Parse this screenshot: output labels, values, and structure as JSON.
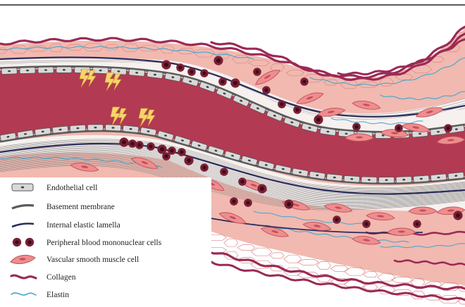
{
  "colors": {
    "lumen": "#b23a52",
    "adventitia": "#f1b9b0",
    "media_fill": "#f6f1ef",
    "endothelial_fill": "#d9d9d9",
    "endothelial_stroke": "#555555",
    "basement_membrane": "#5c5c5c",
    "internal_elastic_lamella": "#2c2c5a",
    "pbmc_outer": "#7a1f34",
    "pbmc_inner": "#3d0a18",
    "smooth_muscle_fill": "#ee8d8d",
    "smooth_muscle_stroke": "#c24f5c",
    "collagen": "#9b2a55",
    "elastin": "#3fa7cf",
    "injury_bolt": "#f8d36b",
    "injury_bolt_stroke": "#c99a2c"
  },
  "icons": {
    "injury": "lightning-bolt-icon",
    "endothelial": "rounded-rect-icon",
    "pbmc": "circle-icon",
    "smooth_muscle": "spindle-icon"
  },
  "legend": [
    {
      "key": "endothelial",
      "label": "Endothelial cell"
    },
    {
      "key": "basement",
      "label": "Basement membrane"
    },
    {
      "key": "iel",
      "label": "Internal elastic lamella"
    },
    {
      "key": "pbmc",
      "label": "Peripheral blood mononuclear cells"
    },
    {
      "key": "vsmc",
      "label": "Vascular smooth muscle cell"
    },
    {
      "key": "collagen",
      "label": "Collagen"
    },
    {
      "key": "elastin",
      "label": "Elastin"
    }
  ]
}
